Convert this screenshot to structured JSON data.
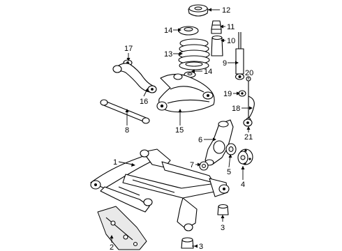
{
  "diagram": {
    "callouts": [
      {
        "id": "c1",
        "text": "1"
      },
      {
        "id": "c2",
        "text": "2"
      },
      {
        "id": "c3a",
        "text": "3"
      },
      {
        "id": "c3b",
        "text": "3"
      },
      {
        "id": "c4",
        "text": "4"
      },
      {
        "id": "c5",
        "text": "5"
      },
      {
        "id": "c6",
        "text": "6"
      },
      {
        "id": "c7",
        "text": "7"
      },
      {
        "id": "c8",
        "text": "8"
      },
      {
        "id": "c9",
        "text": "9"
      },
      {
        "id": "c10",
        "text": "10"
      },
      {
        "id": "c11",
        "text": "11"
      },
      {
        "id": "c12",
        "text": "12"
      },
      {
        "id": "c13",
        "text": "13"
      },
      {
        "id": "c14a",
        "text": "14"
      },
      {
        "id": "c14b",
        "text": "14"
      },
      {
        "id": "c15",
        "text": "15"
      },
      {
        "id": "c16",
        "text": "16"
      },
      {
        "id": "c17",
        "text": "17"
      },
      {
        "id": "c18",
        "text": "18"
      },
      {
        "id": "c19",
        "text": "19"
      },
      {
        "id": "c20",
        "text": "20"
      },
      {
        "id": "c21",
        "text": "21"
      }
    ]
  }
}
